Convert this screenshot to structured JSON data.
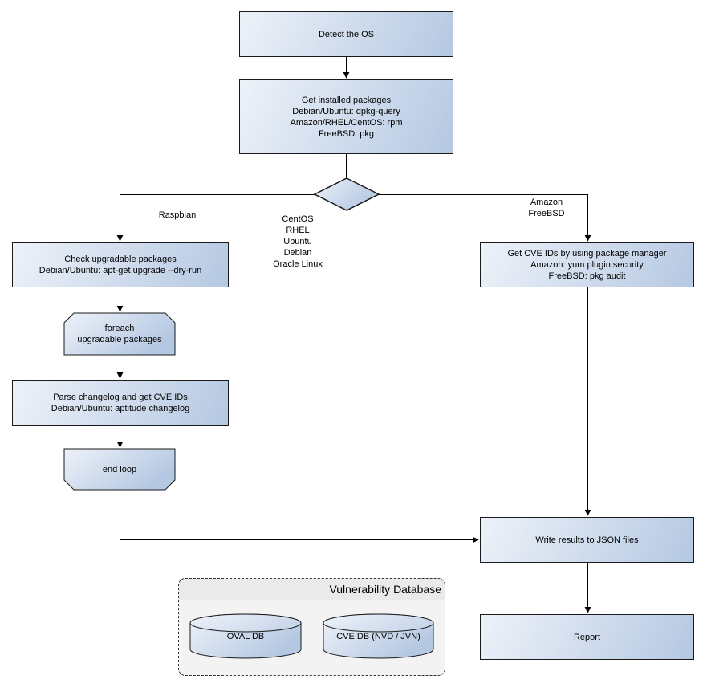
{
  "nodes": {
    "detect_os": {
      "label": "Detect the OS"
    },
    "get_installed_packages": {
      "label": "Get installed packages\nDebian/Ubuntu: dpkg-query\nAmazon/RHEL/CentOS: rpm\nFreeBSD: pkg"
    },
    "check_upgradable": {
      "label": "Check upgradable packages\nDebian/Ubuntu: apt-get upgrade --dry-run"
    },
    "foreach_loop": {
      "label": "foreach\nupgradable  packages"
    },
    "parse_changelog": {
      "label": "Parse changelog and get  CVE IDs\nDebian/Ubuntu: aptitude changelog"
    },
    "end_loop": {
      "label": "end loop"
    },
    "get_cve_ids": {
      "label": "Get CVE IDs by using package manager\nAmazon: yum plugin security\nFreeBSD: pkg audit"
    },
    "write_results": {
      "label": "Write results to JSON files"
    },
    "report": {
      "label": "Report"
    }
  },
  "edge_labels": {
    "raspbian": "Raspbian",
    "os_list": "CentOS\nRHEL\nUbuntu\nDebian\nOracle Linux",
    "amazon_freebsd": "Amazon\nFreeBSD"
  },
  "database": {
    "title": "Vulnerability Database",
    "cylinders": [
      {
        "label": "OVAL DB"
      },
      {
        "label": "CVE DB (NVD / JVN)"
      }
    ]
  },
  "colors": {
    "node_gradient_start": "#edf2f9",
    "node_gradient_end": "#b5c8e2",
    "node_border": "#1a1a1a",
    "edge_color": "#000000",
    "container_fill": "#f3f3f3",
    "container_header_fill": "#eaeaea",
    "container_border": "#333333",
    "background": "#ffffff"
  }
}
